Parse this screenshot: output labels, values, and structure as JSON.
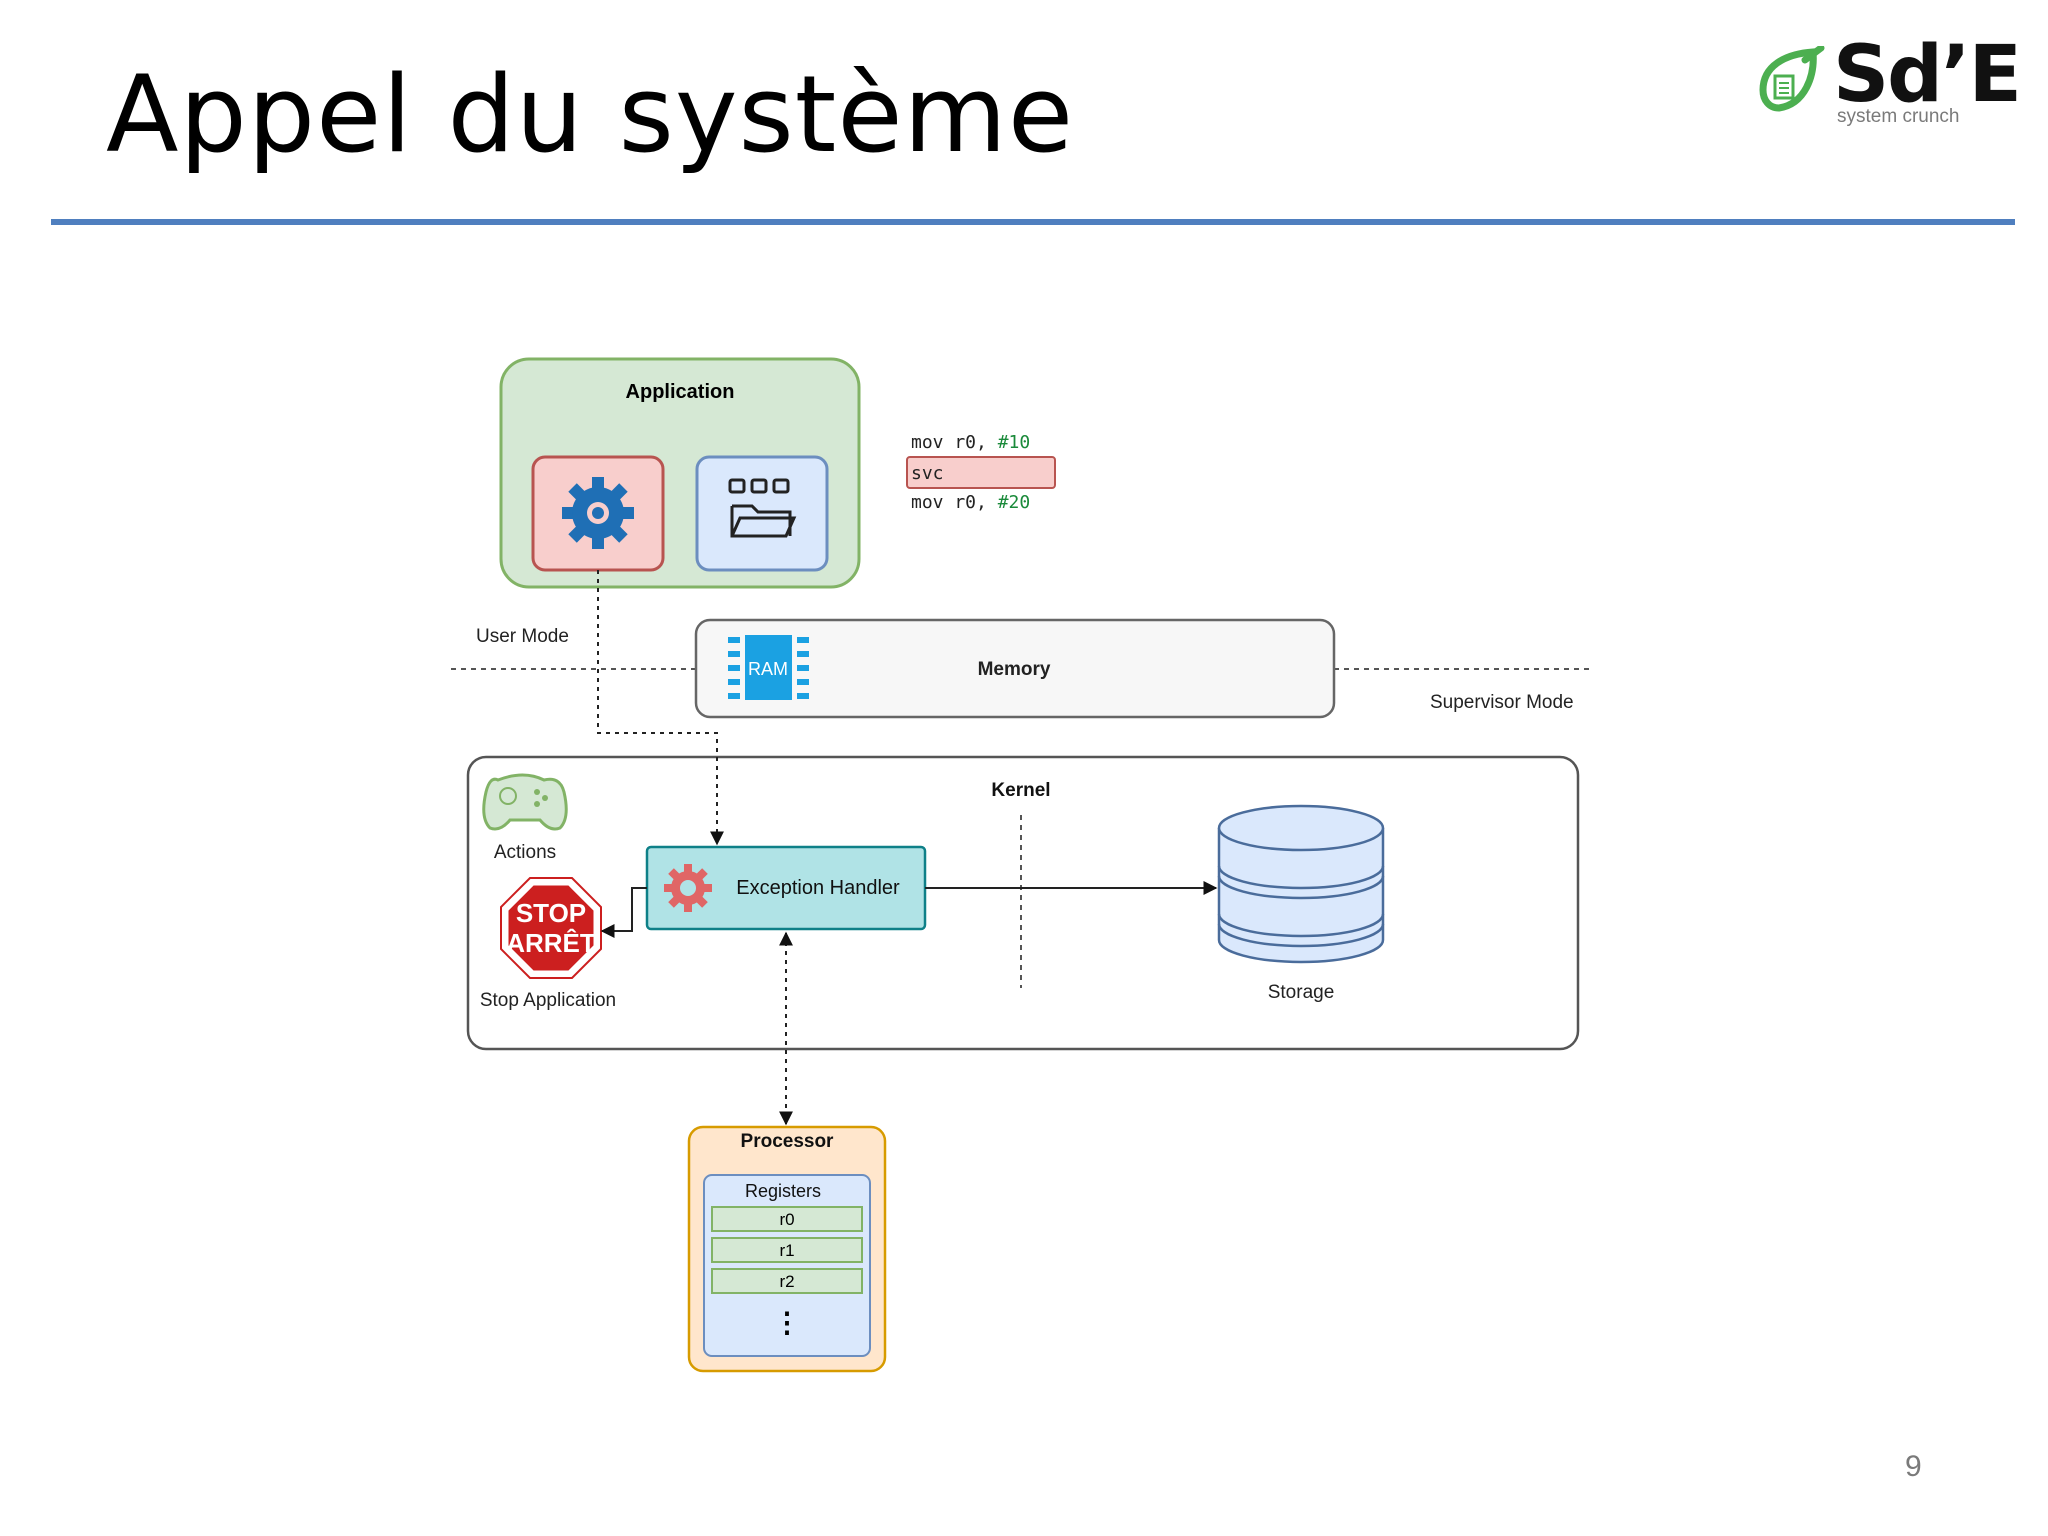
{
  "slide": {
    "title": "Appel du système",
    "page_number": "9"
  },
  "logo": {
    "text": "Sd’E",
    "subtitle": "system crunch",
    "icon": "leaf-doc-icon"
  },
  "diagram": {
    "application": {
      "label": "Application",
      "icons": [
        "gear-icon",
        "folder-icon"
      ]
    },
    "code": {
      "lines": [
        {
          "op": "mov r0, ",
          "arg": "#10",
          "highlight": false
        },
        {
          "op": "svc",
          "arg": "",
          "highlight": true
        },
        {
          "op": "mov r0, ",
          "arg": "#20",
          "highlight": false
        }
      ]
    },
    "user_mode_label": "User Mode",
    "supervisor_mode_label": "Supervisor Mode",
    "memory": {
      "label": "Memory",
      "chip_label": "RAM"
    },
    "kernel": {
      "label": "Kernel"
    },
    "actions_label": "Actions",
    "stop_sign": {
      "line1": "STOP",
      "line2": "ARRÊT"
    },
    "stop_application_label": "Stop Application",
    "exception_handler_label": "Exception Handler",
    "storage_label": "Storage",
    "processor": {
      "label": "Processor",
      "registers_label": "Registers",
      "registers": [
        "r0",
        "r1",
        "r2"
      ],
      "ellipsis": "⋮"
    },
    "colors": {
      "accent_rule": "#4f7fbf",
      "application_fill": "#d5e8d4",
      "application_stroke": "#82b366",
      "gear_box_fill": "#f8cecc",
      "gear_box_stroke": "#b85450",
      "folder_box_fill": "#dae8fc",
      "folder_box_stroke": "#6c8ebf",
      "handler_fill": "#b0e3e6",
      "handler_stroke": "#0e8088",
      "processor_fill": "#ffe6cc",
      "processor_stroke": "#d79b00",
      "register_fill": "#d5e8d4",
      "ram_blue": "#1ba1e2",
      "stop_red": "#cc1f1f"
    }
  }
}
